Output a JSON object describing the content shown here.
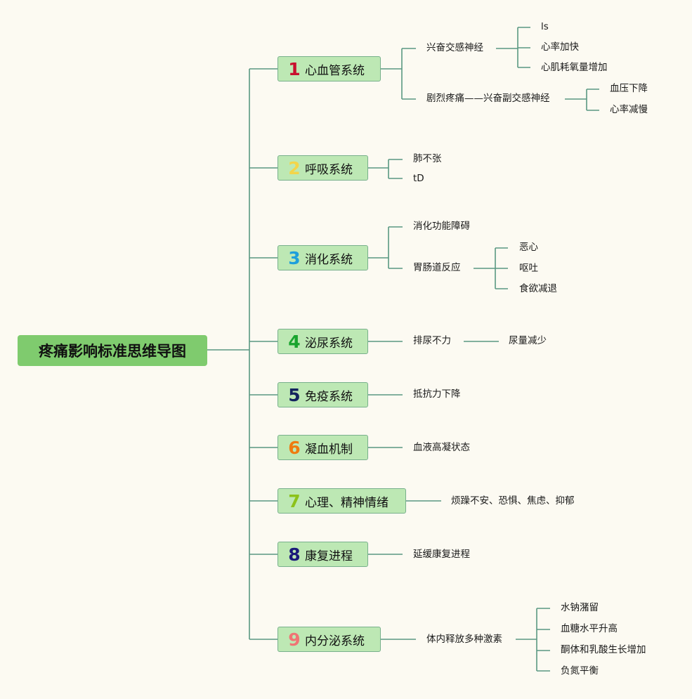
{
  "root": "疼痛影响标准思维导图",
  "colors": {
    "line": "#5a9882",
    "root_bg": "#7fcb6e",
    "branch_bg": "#bde8b4",
    "background": "#fcfaf2",
    "numbers": [
      "#c8102e",
      "#f3d54a",
      "#1e9fdb",
      "#19a42e",
      "#13235e",
      "#ef7b0f",
      "#8cc21b",
      "#1a1a7a",
      "#f07474"
    ]
  },
  "branches": [
    {
      "num": "1",
      "label": "心血管系统",
      "children": [
        {
          "label": "兴奋交感神经",
          "children": [
            "ls",
            "心率加快",
            "心肌耗氧量增加"
          ]
        },
        {
          "label": "剧烈疼痛——兴奋副交感神经",
          "children": [
            "血压下降",
            "心率减慢"
          ]
        }
      ]
    },
    {
      "num": "2",
      "label": "呼吸系统",
      "children": [
        "肺不张",
        "tD"
      ]
    },
    {
      "num": "3",
      "label": "消化系统",
      "children": [
        {
          "label": "消化功能障碍"
        },
        {
          "label": "胃肠道反应",
          "children": [
            "恶心",
            "呕吐",
            "食欲减退"
          ]
        }
      ]
    },
    {
      "num": "4",
      "label": "泌尿系统",
      "children": [
        {
          "label": "排尿不力",
          "children": [
            "尿量减少"
          ]
        }
      ]
    },
    {
      "num": "5",
      "label": "免疫系统",
      "children": [
        "抵抗力下降"
      ]
    },
    {
      "num": "6",
      "label": "凝血机制",
      "children": [
        "血液高凝状态"
      ]
    },
    {
      "num": "7",
      "label": "心理、精神情绪",
      "children": [
        "烦躁不安、恐惧、焦虑、抑郁"
      ]
    },
    {
      "num": "8",
      "label": "康复进程",
      "children": [
        "延缓康复进程"
      ]
    },
    {
      "num": "9",
      "label": "内分泌系统",
      "children": [
        {
          "label": "体内释放多种激素",
          "children": [
            "水钠潴留",
            "血糖水平升高",
            "酮体和乳酸生长增加",
            "负氮平衡"
          ]
        }
      ]
    }
  ]
}
